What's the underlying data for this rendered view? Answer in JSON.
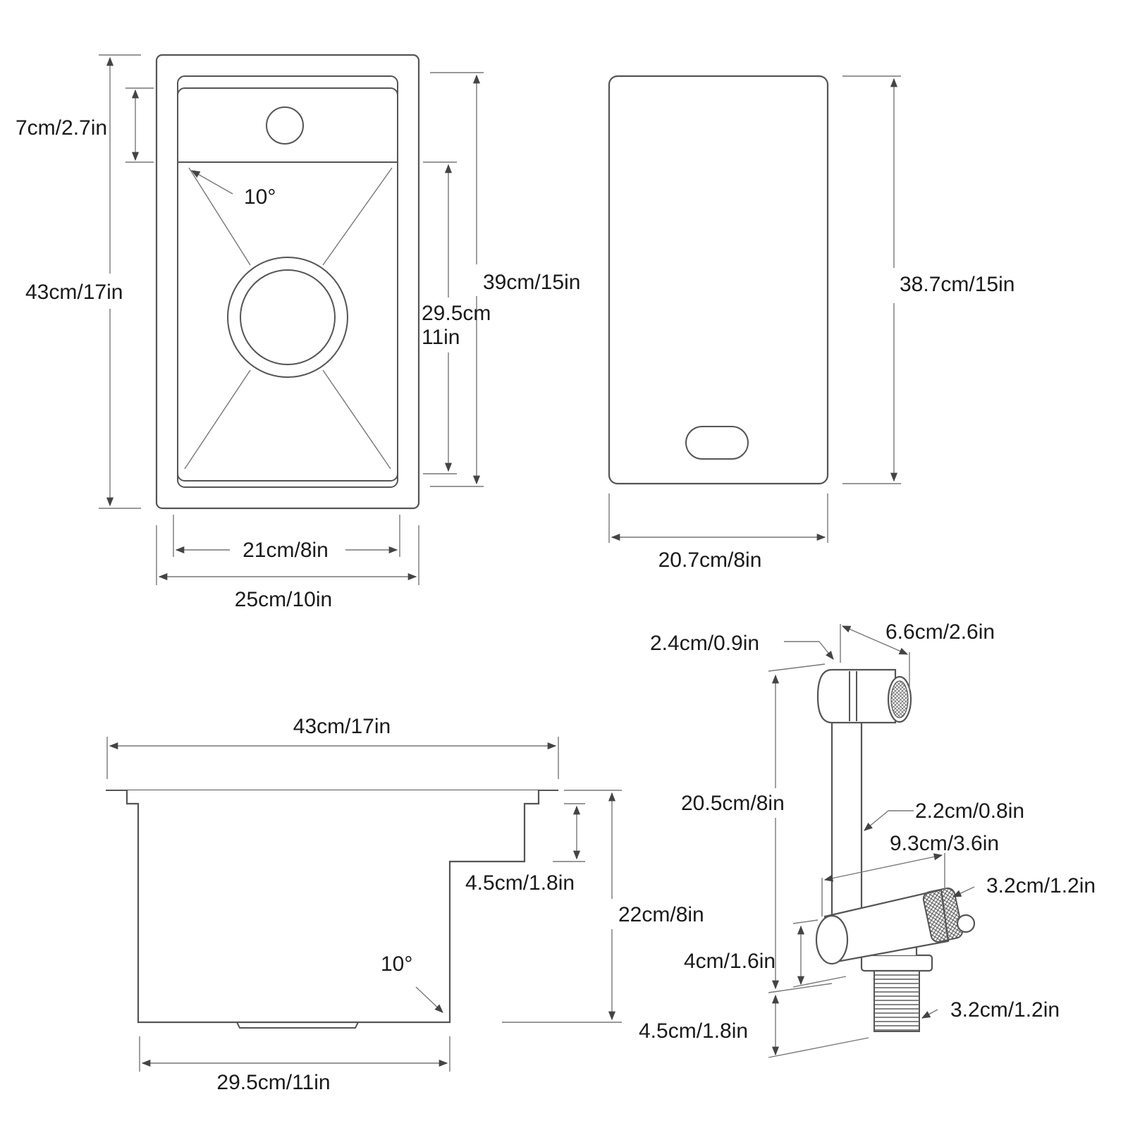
{
  "sink_top_view": {
    "inner_width": "21cm/8in",
    "outer_width": "25cm/10in",
    "total_length": "43cm/17in",
    "deck_depth": "7cm/2.7in",
    "angle": "10°",
    "inner_length": "39cm/15in",
    "bowl_length_cm": "29.5cm",
    "bowl_length_in": "11in"
  },
  "cover_board": {
    "length": "38.7cm/15in",
    "width": "20.7cm/8in"
  },
  "sink_side_view": {
    "top_length": "43cm/17in",
    "step_depth": "4.5cm/1.8in",
    "total_depth": "22cm/8in",
    "angle": "10°",
    "bottom_length": "29.5cm/11in"
  },
  "faucet": {
    "spout_diameter": "2.4cm/0.9in",
    "spout_length": "6.6cm/2.6in",
    "height": "20.5cm/8in",
    "pipe_diameter": "2.2cm/0.8in",
    "body_length": "9.3cm/3.6in",
    "handle_diameter": "3.2cm/1.2in",
    "body_height": "4cm/1.6in",
    "thread_diameter": "3.2cm/1.2in",
    "thread_length": "4.5cm/1.8in"
  }
}
